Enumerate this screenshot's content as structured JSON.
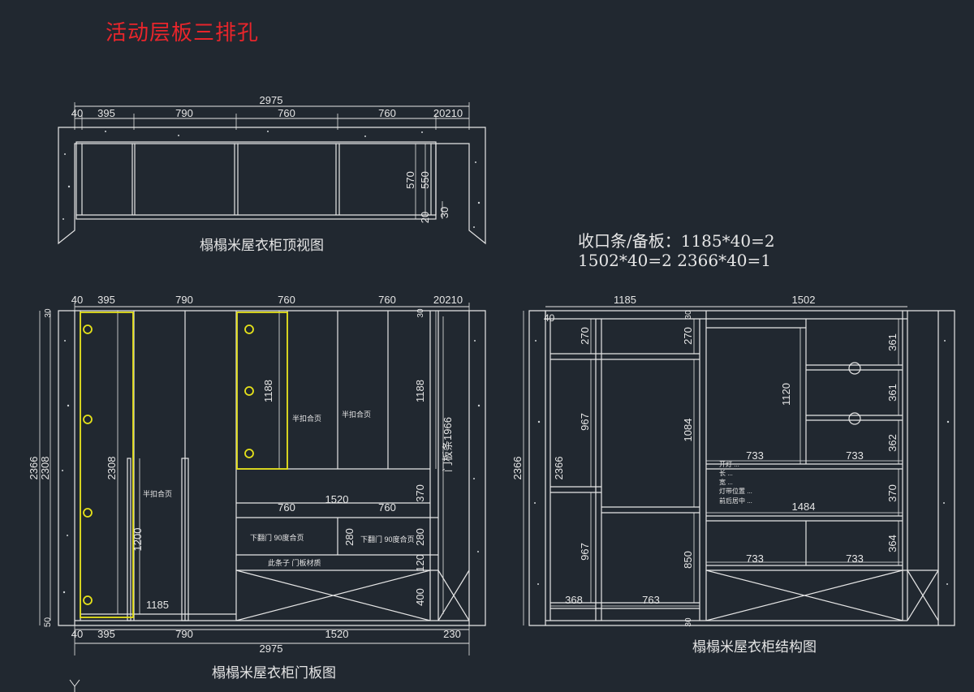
{
  "title": "活动层板三排孔",
  "note": {
    "line1": "收口条/备板：1185*40=2",
    "line2": "1502*40=2 2366*40=1"
  },
  "top_view": {
    "caption": "榻榻米屋衣柜顶视图",
    "total": "2975",
    "segments": [
      "40",
      "395",
      "790",
      "760",
      "760",
      "20210"
    ],
    "depths": [
      "570",
      "550",
      "20",
      "30"
    ]
  },
  "door_view": {
    "caption": "榻榻米屋衣柜门板图",
    "top_segments": [
      "40",
      "395",
      "790",
      "760",
      "760",
      "20210"
    ],
    "bottom_segments": [
      "40",
      "395",
      "790",
      "1520",
      "230"
    ],
    "total": "2975",
    "left_heights": [
      "2366",
      "2308"
    ],
    "marks": [
      "30",
      "30",
      "50"
    ],
    "inner": {
      "h2308": "2308",
      "h1200": "1200",
      "w1185": "1185",
      "h1188a": "1188",
      "h1188b": "1188",
      "door_label": "门板条1966",
      "w760a": "760",
      "w1520": "1520",
      "w760b": "760",
      "h370": "370",
      "h280a": "280",
      "h280b": "280",
      "h120": "120",
      "h400": "400"
    },
    "labels": {
      "half1": "半扣合页",
      "half2": "半扣合页",
      "half3": "半扣合页",
      "flap1": "下翻门 90度合页",
      "flap2": "下翻门 90度合页",
      "strip": "此条子 门板材质"
    }
  },
  "structure_view": {
    "caption": "榻榻米屋衣柜结构图",
    "top_segments": [
      "1185",
      "1502"
    ],
    "marks": [
      "40",
      "30",
      "30"
    ],
    "left_height": "2366",
    "dims": {
      "a270": "270",
      "b270": "270",
      "c967": "967",
      "d967": "967",
      "e1084": "1084",
      "f850": "850",
      "g1120": "1120",
      "h361a": "361",
      "h361b": "361",
      "h362": "362",
      "h370": "370",
      "h364": "364",
      "w733a": "733",
      "w733b": "733",
      "w1484": "1484",
      "w733c": "733",
      "w733d": "733",
      "w368": "368",
      "w763": "763"
    },
    "small_notes": [
      "开灯 ...",
      "长 ...",
      "宽 ...",
      "灯带位置 ...",
      "前后居中 ..."
    ]
  },
  "colors": {
    "bg": "#212830",
    "line": "#e6e6e6",
    "highlight": "#e6e21a",
    "title": "#e8252b"
  }
}
